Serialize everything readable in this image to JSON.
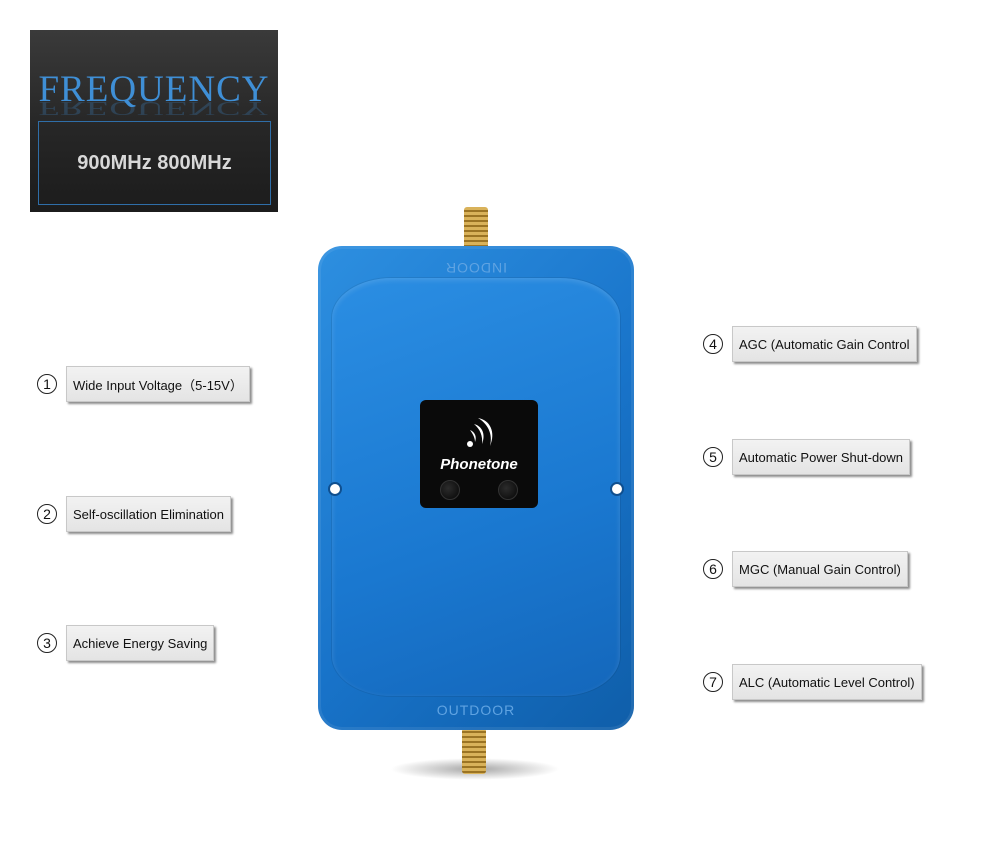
{
  "frequency_banner": {
    "title": "FREQUENCY",
    "bands": "900MHz 800MHz"
  },
  "device": {
    "top_label": "INDOOR",
    "bottom_label": "OUTDOOR",
    "brand": "Phonetone",
    "body_color": "#1a78d0"
  },
  "features_left": [
    {
      "number": "①",
      "label": "Wide Input Voltage（5-15V）"
    },
    {
      "number": "②",
      "label": "Self-oscillation Elimination"
    },
    {
      "number": "③",
      "label": "Achieve Energy Saving"
    }
  ],
  "features_right": [
    {
      "number": "④",
      "label": "AGC (Automatic Gain Control"
    },
    {
      "number": "⑤",
      "label": "Automatic Power Shut-down"
    },
    {
      "number": "⑥",
      "label": "MGC (Manual Gain Control)"
    },
    {
      "number": "⑦",
      "label": "ALC (Automatic Level Control)"
    }
  ]
}
